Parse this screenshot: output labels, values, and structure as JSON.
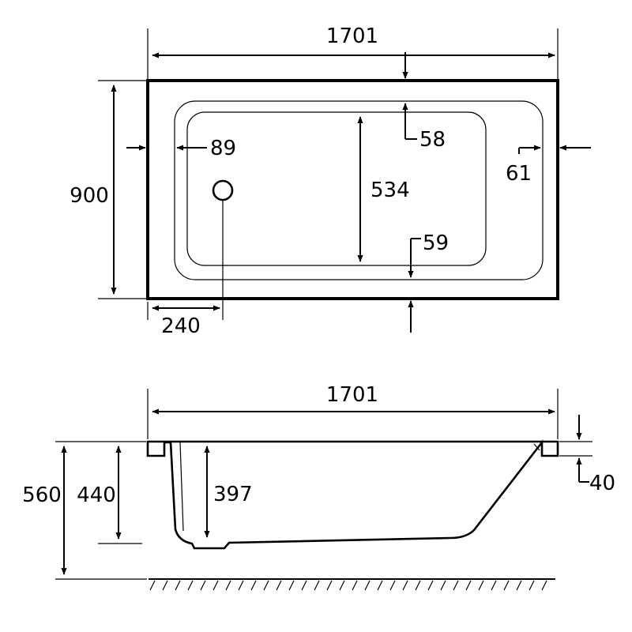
{
  "plan_view": {
    "overall_length": "1701",
    "overall_width": "900",
    "rim_end": "89",
    "rim_back": "58",
    "inner_width": "534",
    "rim_front": "59",
    "rim_side": "61",
    "waste_offset": "240"
  },
  "elevation_view": {
    "overall_length": "1701",
    "total_height": "560",
    "tub_height": "440",
    "bath_depth": "397",
    "rim_thickness": "40"
  }
}
